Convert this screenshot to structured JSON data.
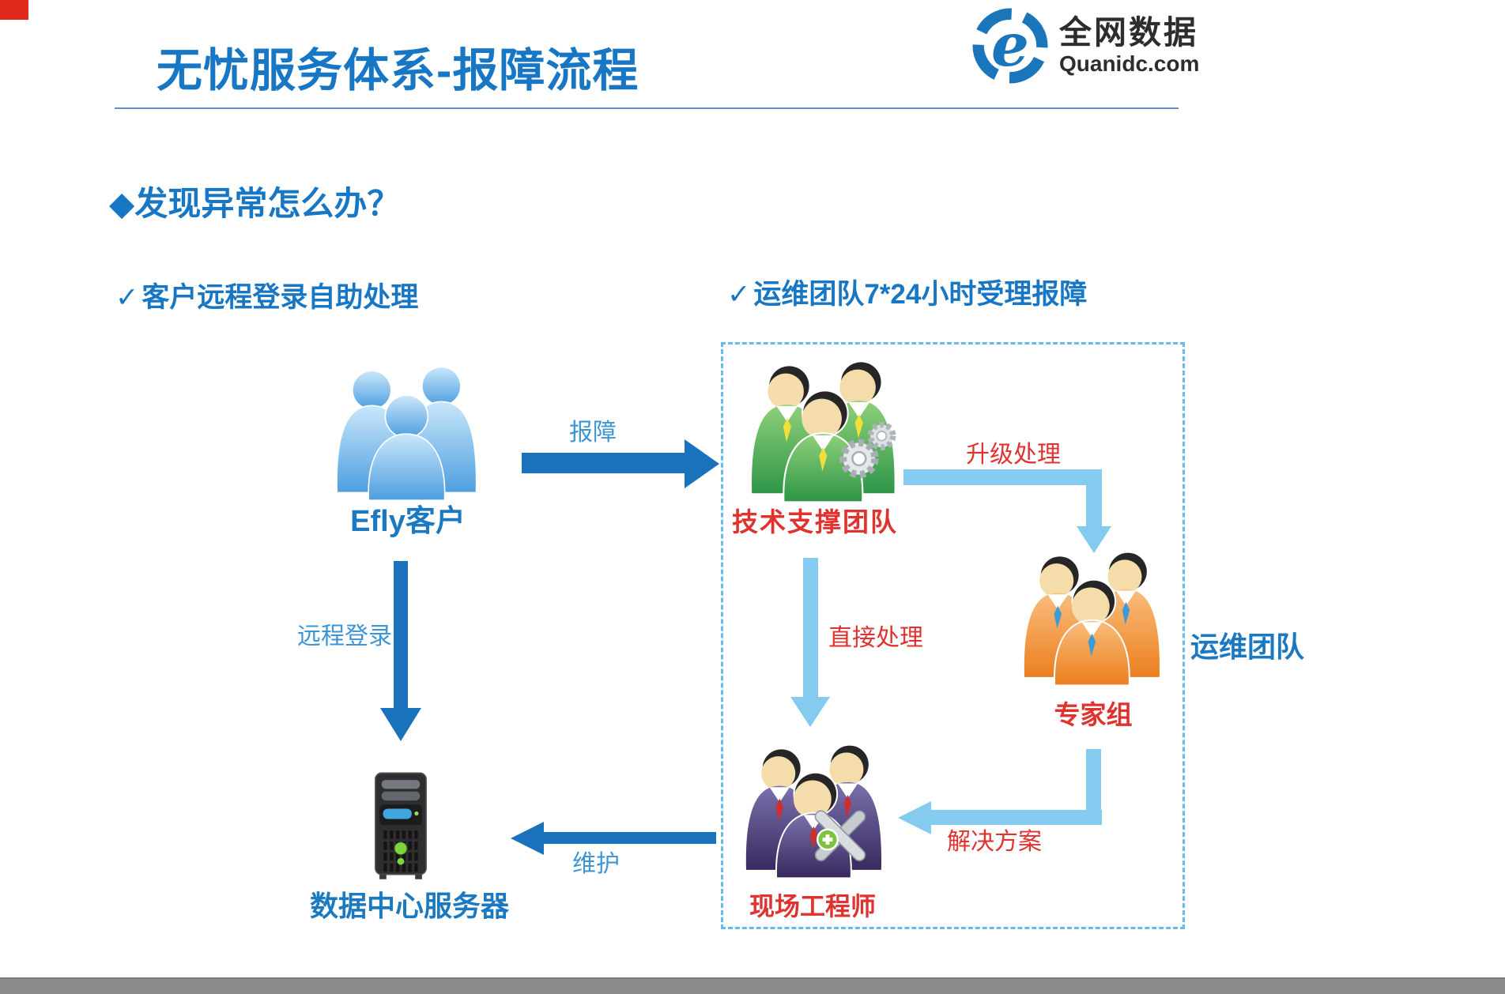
{
  "header": {
    "title": "无忧服务体系-报障流程"
  },
  "logo": {
    "mark": "e",
    "brand": "全网数据",
    "domain": "Quanidc.com"
  },
  "heading": {
    "bullet": "◆",
    "text": "发现异常怎么办？"
  },
  "bullets": [
    {
      "check": "✓",
      "text": "客户远程登录自助处理"
    },
    {
      "check": "✓",
      "text": "运维团队7*24小时受理报障"
    }
  ],
  "nodes": {
    "customer": {
      "label": "Efly客户"
    },
    "support": {
      "label": "技术支撑团队"
    },
    "experts": {
      "label": "专家组"
    },
    "field": {
      "label": "现场工程师"
    },
    "server": {
      "label": "数据中心服务器"
    },
    "ops_group": {
      "label": "运维团队"
    }
  },
  "flows": {
    "report": {
      "label": "报障"
    },
    "escalate": {
      "label": "升级处理"
    },
    "direct": {
      "label": "直接处理"
    },
    "solution": {
      "label": "解决方案"
    },
    "maintain": {
      "label": "维护"
    },
    "remote": {
      "label": "远程登录"
    }
  },
  "colors": {
    "title_blue": "#1877c4",
    "label_blue": "#1b79c1",
    "flow_label_blue": "#3e95d3",
    "label_red": "#e0322f",
    "arrow_dark_blue": "#1a72bd",
    "arrow_light_blue": "#85cbf0",
    "dashed_border": "#66bce9",
    "logo_blue": "#1b75bb",
    "footer_gray": "#8c8c8c",
    "customer_blue_light": "#c8e6fa",
    "customer_blue_dark": "#4e9fe0",
    "support_green_light": "#8ed07a",
    "support_green_dark": "#2f9648",
    "expert_orange_light": "#f8bd7c",
    "expert_orange_dark": "#ec7f1f",
    "engineer_purple_light": "#7b71ad",
    "engineer_purple_dark": "#38295e",
    "support_tie_yellow": "#f2e03a",
    "expert_tie_blue": "#3d9bd6",
    "engineer_tie_red": "#cf2e2e",
    "face_tan": "#f5dcab",
    "hair_dark": "#262626"
  }
}
